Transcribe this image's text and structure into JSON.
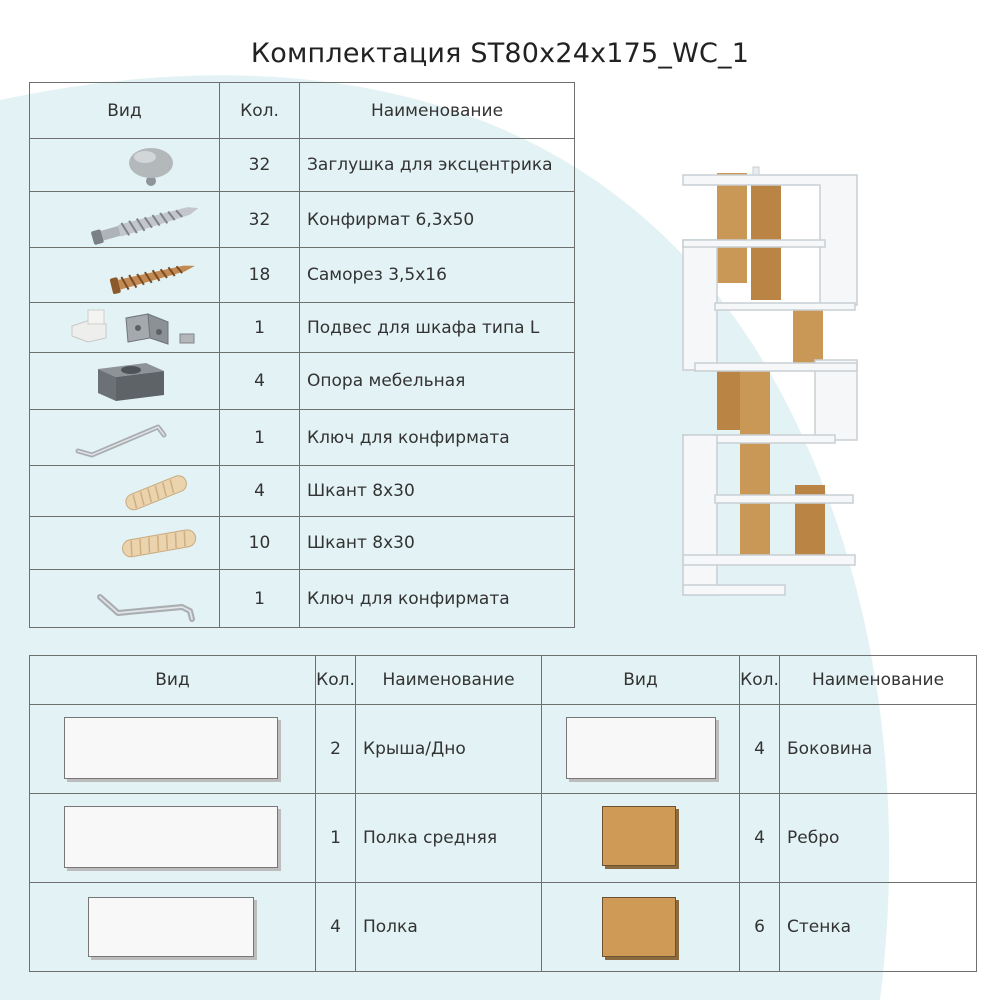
{
  "title": "Комплектация  ST80x24x175_WC_1",
  "hardware_table": {
    "headers": {
      "view": "Вид",
      "qty": "Кол.",
      "name": "Наименование"
    },
    "rows": [
      {
        "qty": "32",
        "name": "Заглушка для эксцентрика",
        "icon": "cap-plug-icon"
      },
      {
        "qty": "32",
        "name": "Конфирмат 6,3x50",
        "icon": "confirmat-screw-icon"
      },
      {
        "qty": "18",
        "name": "Саморез 3,5x16",
        "icon": "wood-screw-icon"
      },
      {
        "qty": "1",
        "name": "Подвес для шкафа типа L",
        "icon": "cabinet-hanger-icon"
      },
      {
        "qty": "4",
        "name": "Опора мебельная",
        "icon": "furniture-foot-icon"
      },
      {
        "qty": "1",
        "name": "Ключ для конфирмата",
        "icon": "hex-key-icon"
      },
      {
        "qty": "4",
        "name": "Шкант 8x30",
        "icon": "dowel-icon"
      },
      {
        "qty": "10",
        "name": "Шкант 8x30",
        "icon": "dowel-icon"
      },
      {
        "qty": "1",
        "name": "Ключ для конфирмата",
        "icon": "hex-key-icon"
      }
    ]
  },
  "panels_table": {
    "headers": {
      "view": "Вид",
      "qty": "Кол.",
      "name": "Наименование"
    },
    "rows": [
      {
        "left": {
          "qty": "2",
          "name": "Крыша/Дно"
        },
        "right": {
          "qty": "4",
          "name": "Боковина"
        }
      },
      {
        "left": {
          "qty": "1",
          "name": "Полка средняя"
        },
        "right": {
          "qty": "4",
          "name": "Ребро"
        }
      },
      {
        "left": {
          "qty": "4",
          "name": "Полка"
        },
        "right": {
          "qty": "6",
          "name": "Стенка"
        }
      }
    ]
  },
  "colors": {
    "background_blob": "#e3f2f4",
    "white_panel": "#f8f8f8",
    "wood_panel": "#cf9a55",
    "border": "#6f6f6f"
  }
}
